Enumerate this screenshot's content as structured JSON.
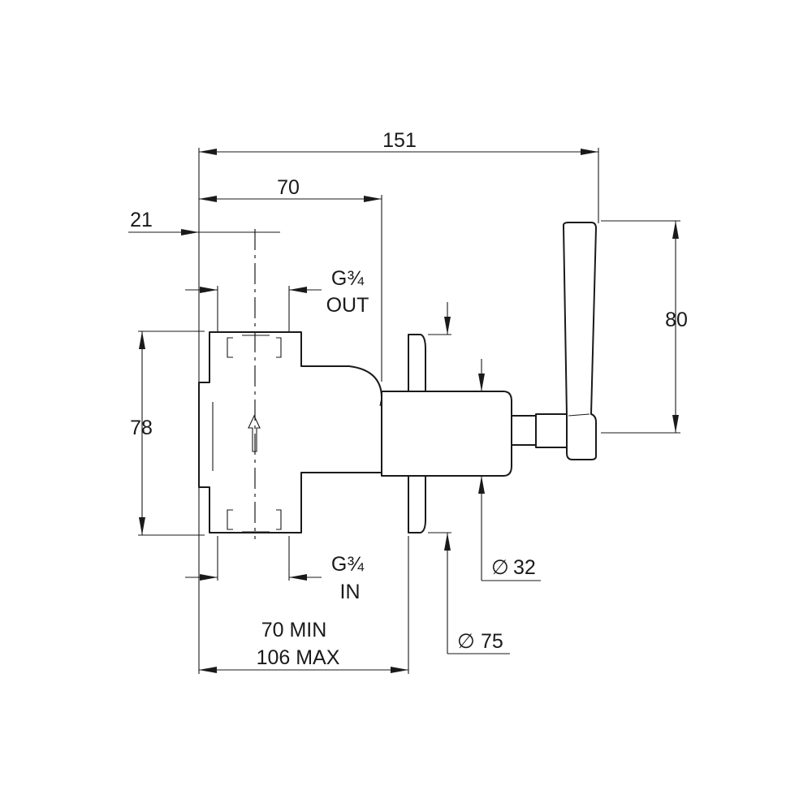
{
  "dimensions": {
    "overall_width": "151",
    "body_width": "70",
    "offset": "21",
    "body_height": "78",
    "handle_height": "80",
    "outlet_label": "G¾",
    "outlet_sub": "OUT",
    "inlet_label": "G¾",
    "inlet_sub": "IN",
    "stem_diameter": "32",
    "plate_diameter": "75",
    "depth_min": "70 MIN",
    "depth_max": "106 MAX",
    "diameter_symbol": "∅"
  },
  "colors": {
    "line": "#1a1a1a",
    "background": "#ffffff"
  }
}
